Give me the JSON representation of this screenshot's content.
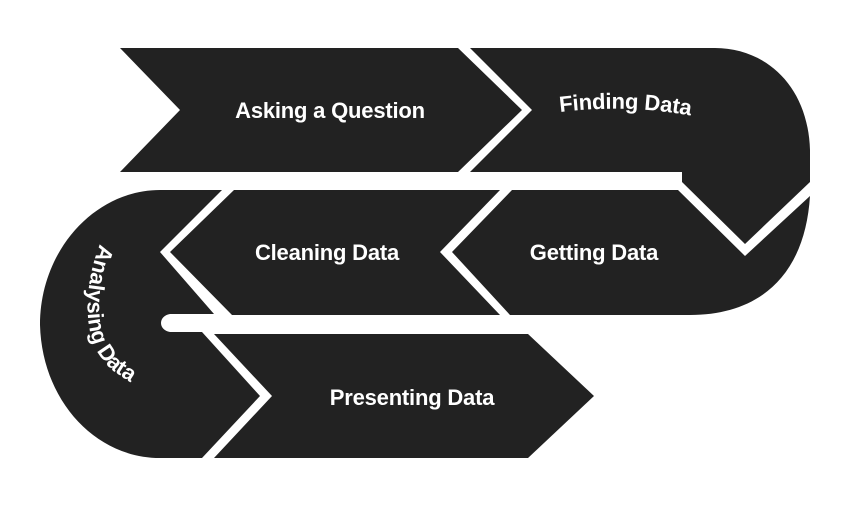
{
  "colors": {
    "background": "#ffffff",
    "shape_fill": "#222222",
    "text": "#ffffff"
  },
  "steps": [
    {
      "label": "Asking a Question"
    },
    {
      "label": "Finding Data"
    },
    {
      "label": "Getting Data"
    },
    {
      "label": "Cleaning Data"
    },
    {
      "label": "Analysing Data"
    },
    {
      "label": "Presenting Data"
    }
  ]
}
